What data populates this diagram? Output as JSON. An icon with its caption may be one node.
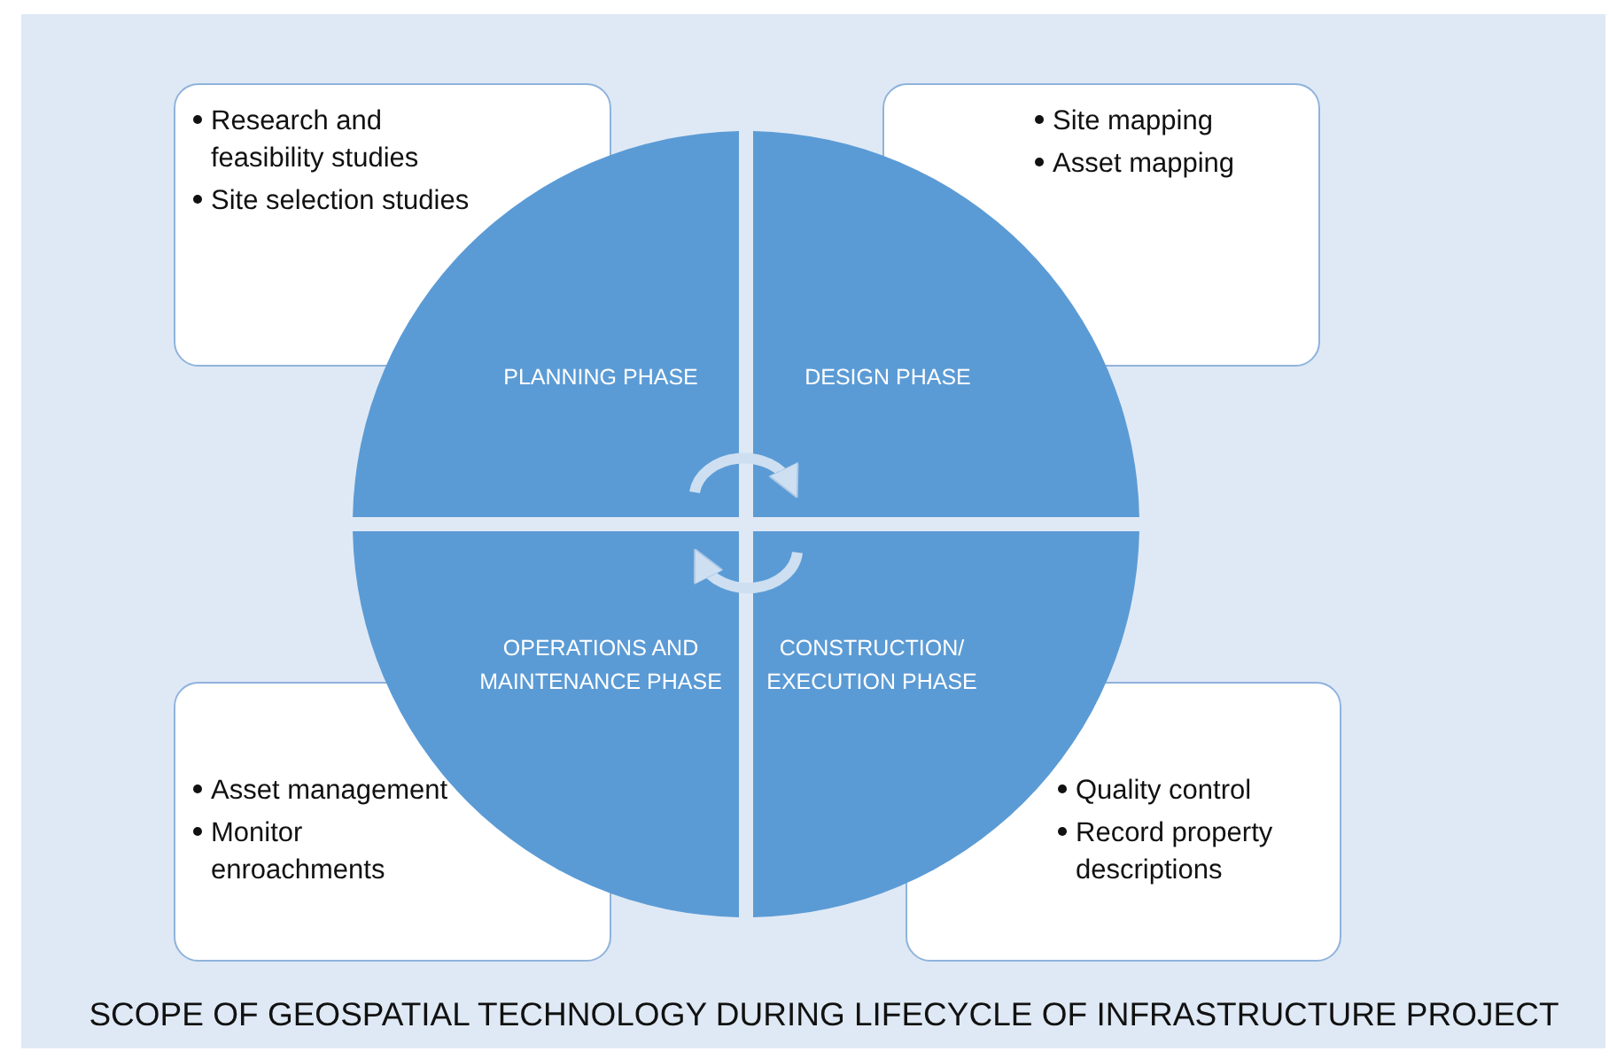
{
  "diagram": {
    "caption": "SCOPE OF GEOSPATIAL TECHNOLOGY DURING LIFECYCLE OF INFRASTRUCTURE PROJECT",
    "nodes": [
      {
        "text": [
          "Research and feasibility studies",
          "Site selection studies"
        ]
      },
      {
        "text": [
          "Site mapping",
          "Asset mapping"
        ]
      },
      {
        "text": [
          "PLANNING PHASE"
        ]
      },
      {
        "text": [
          "DESIGN PHASE"
        ]
      },
      {
        "text": [
          "OPERATIONS AND MAINTENANCE PHASE"
        ]
      },
      {
        "text": [
          "CONSTRUCTION/ EXECUTION PHASE"
        ]
      },
      {
        "text": [
          "Asset management",
          "Monitor enroachments"
        ]
      },
      {
        "text": [
          "Quality control",
          "Record property descriptions"
        ]
      }
    ],
    "edges": [
      {
        "from": 2,
        "to": 3,
        "arrow": "to"
      },
      {
        "from": 5,
        "to": 4,
        "arrow": "to"
      }
    ]
  }
}
